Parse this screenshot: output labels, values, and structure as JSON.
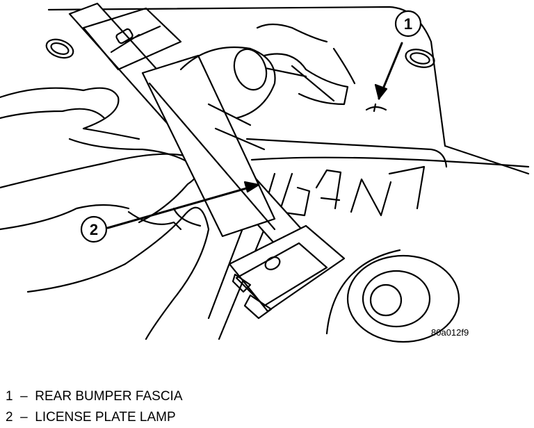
{
  "figure": {
    "callouts": [
      "1",
      "2"
    ],
    "lettering": "IGAN",
    "code": "80a012f9"
  },
  "legend": [
    {
      "num": "1",
      "dash": "–",
      "label": "REAR BUMPER FASCIA"
    },
    {
      "num": "2",
      "dash": "–",
      "label": "LICENSE PLATE LAMP"
    }
  ]
}
